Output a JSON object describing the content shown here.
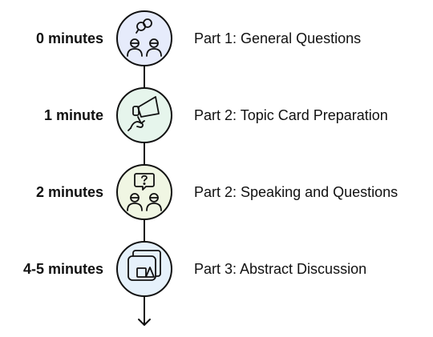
{
  "timeline": {
    "steps": [
      {
        "time": "0 minutes",
        "label": "Part 1: General Questions",
        "icon": "people-chatting-icon",
        "color": "#e6ebfb"
      },
      {
        "time": "1 minute",
        "label": "Part 2: Topic Card Preparation",
        "icon": "megaphone-hand-icon",
        "color": "#e6f5ec"
      },
      {
        "time": "2 minutes",
        "label": "Part 2: Speaking and Questions",
        "icon": "question-speakers-icon",
        "color": "#f0f6e3"
      },
      {
        "time": "4-5 minutes",
        "label": "Part 3: Abstract Discussion",
        "icon": "abstract-shapes-icon",
        "color": "#e6f1fb"
      }
    ]
  }
}
